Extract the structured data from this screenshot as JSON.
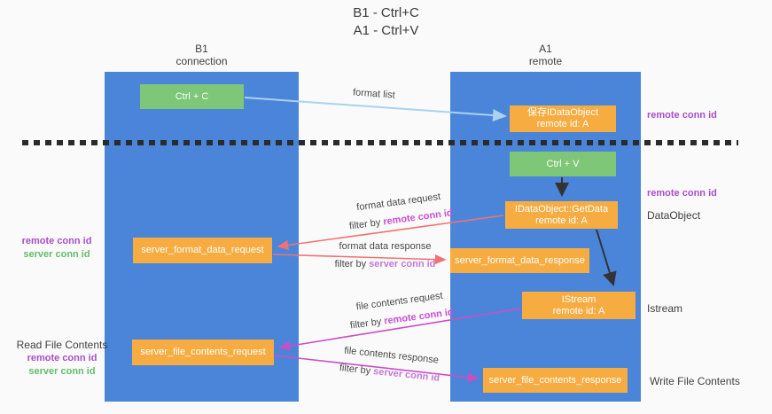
{
  "title": {
    "line1": "B1 - Ctrl+C",
    "line2": "A1 - Ctrl+V"
  },
  "lanes": {
    "left": {
      "name": "B1",
      "role": "connection"
    },
    "right": {
      "name": "A1",
      "role": "remote"
    }
  },
  "boxes": {
    "ctrl_c": {
      "label": "Ctrl + C"
    },
    "saved_dataobject": {
      "line1": "保存IDataObject",
      "line2": "remote id: A"
    },
    "ctrl_v": {
      "label": "Ctrl + V"
    },
    "getdata": {
      "line1": "IDataObject::GetData",
      "line2": "remote id: A"
    },
    "format_request": {
      "label": "server_format_data_request"
    },
    "format_response": {
      "label": "server_format_data_response"
    },
    "istream": {
      "line1": "IStream",
      "line2": "remote id: A"
    },
    "file_request": {
      "label": "server_file_contents_request"
    },
    "file_response": {
      "label": "server_file_contents_response"
    }
  },
  "edge_labels": {
    "format_list": "format list",
    "format_request": {
      "line1": "format data request",
      "filter_prefix": "filter by",
      "filter_value": "remote conn id"
    },
    "format_response": {
      "line1": "format data response",
      "filter_prefix": "filter by",
      "filter_value": "server conn id"
    },
    "file_request": {
      "line1": "file contents request",
      "filter_prefix": "filter by",
      "filter_value": "remote conn id"
    },
    "file_response": {
      "line1": "file contents response",
      "filter_prefix": "filter by",
      "filter_value": "server conn id"
    }
  },
  "side_labels": {
    "right_remote_conn_top": "remote conn id",
    "right_remote_conn_mid": "remote conn id",
    "dataobject": "DataObject",
    "istream": "Istream",
    "write_file": "Write File Contents",
    "left_mid": {
      "remote": "remote conn id",
      "server": "server conn id"
    },
    "left_bottom": {
      "read_file": "Read File Contents",
      "remote": "remote conn id",
      "server": "server conn id"
    }
  },
  "colors": {
    "lane_blue": "#4a85d9",
    "box_orange": "#f7ac41",
    "box_green": "#7ec678",
    "label_purple": "#a94dc9",
    "label_green": "#64bd68",
    "arrow_red": "#f07272",
    "arrow_magenta": "#ca4fc6",
    "arrow_light_blue": "#a9d2f1",
    "arrow_black": "#333333",
    "background": "#fafafa"
  }
}
